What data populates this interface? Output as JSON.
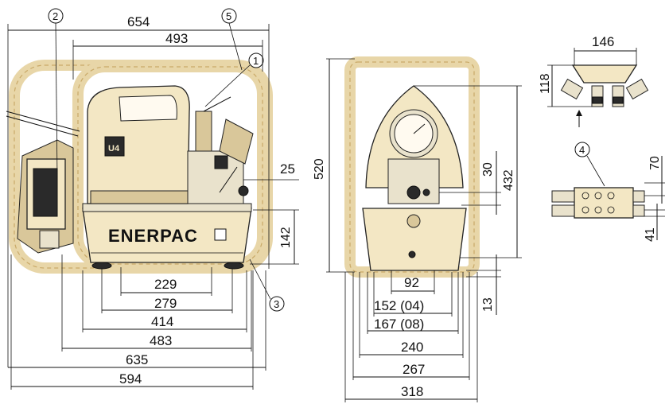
{
  "brand": "ENERPAC",
  "side_view": {
    "callouts": [
      "2",
      "5",
      "1",
      "3"
    ],
    "model_badge": "U4",
    "dims_top": [
      "654",
      "493"
    ],
    "dim_right": "25",
    "dim_vertical": "142",
    "dims_bottom": [
      "229",
      "279",
      "414",
      "483",
      "635",
      "594"
    ]
  },
  "front_view": {
    "dim_height": "520",
    "dim_inner_height": "432",
    "dim_top_right": "30",
    "dim_bottom_right": "13",
    "dims_bottom": [
      "92",
      "152 (04)",
      "167 (08)",
      "240",
      "267",
      "318"
    ]
  },
  "manifold_view": {
    "callout": "4",
    "dim_width": "146",
    "dim_height": "118",
    "dim_upper": "70",
    "dim_lower": "41"
  }
}
